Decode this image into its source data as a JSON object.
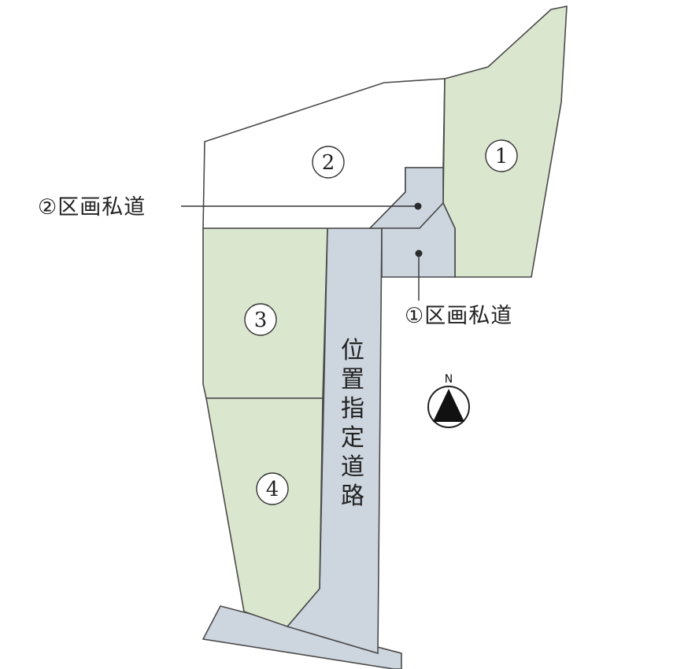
{
  "lots": [
    {
      "id": "lot-1",
      "number": "1",
      "color": "#dbe6cf"
    },
    {
      "id": "lot-2",
      "number": "2",
      "color": "#ffffff"
    },
    {
      "id": "lot-3",
      "number": "3",
      "color": "#dbe6cf"
    },
    {
      "id": "lot-4",
      "number": "4",
      "color": "#dbe6cf"
    }
  ],
  "roads": {
    "private_road_1_label": "①区画私道",
    "private_road_2_label": "②区画私道",
    "designated_road_chars": [
      "位",
      "置",
      "指",
      "定",
      "道",
      "路"
    ],
    "road_color": "#cdd5de"
  },
  "compass": {
    "north_label": "N"
  },
  "colors": {
    "lot_green": "#dbe6cf",
    "road_gray_blue": "#cdd5de",
    "outline": "#4a4a4a"
  }
}
